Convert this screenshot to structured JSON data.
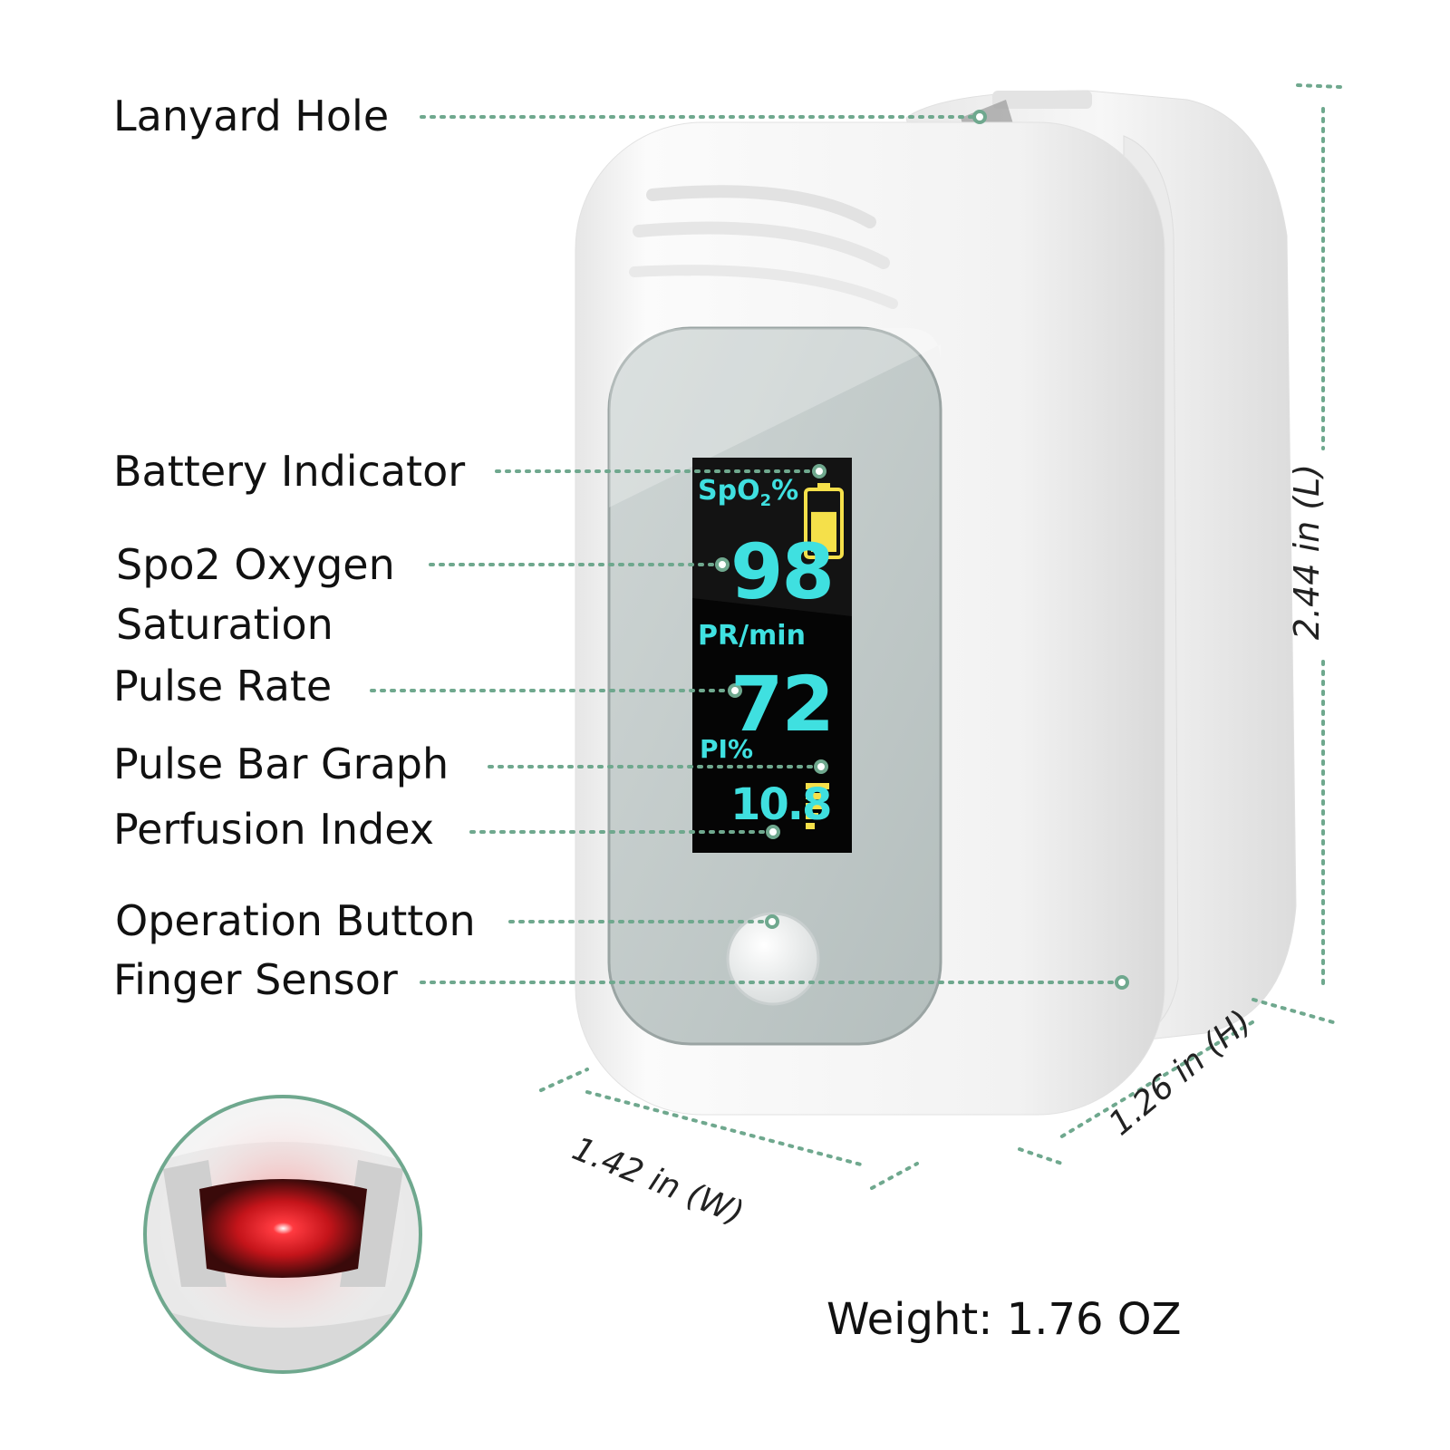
{
  "labels": {
    "lanyard_hole": "Lanyard Hole",
    "battery_indicator": "Battery Indicator",
    "spo2_line1": "Spo2 Oxygen",
    "spo2_line2": "Saturation",
    "pulse_rate": "Pulse Rate",
    "pulse_bar_graph": "Pulse Bar Graph",
    "perfusion_index": "Perfusion Index",
    "operation_button": "Operation Button",
    "finger_sensor": "Finger Sensor"
  },
  "display": {
    "spo2_label": "SpO",
    "spo2_sub": "2",
    "spo2_unit": "%",
    "spo2_value": "98",
    "pr_label": "PR/min",
    "pr_value": "72",
    "pi_label": "PI%",
    "pi_value": "10.8",
    "battery_level": 0.7,
    "pulse_bars": 5
  },
  "dimensions": {
    "length": "2.44 in (L)",
    "width": "1.42 in (W)",
    "height": "1.26 in (H)"
  },
  "weight": "Weight: 1.76 OZ",
  "colors": {
    "leader_dots": "#6fa88e",
    "display_cyan": "#3fe0e0",
    "display_yellow": "#f5e04a",
    "sensor_red": "#e8101a"
  }
}
